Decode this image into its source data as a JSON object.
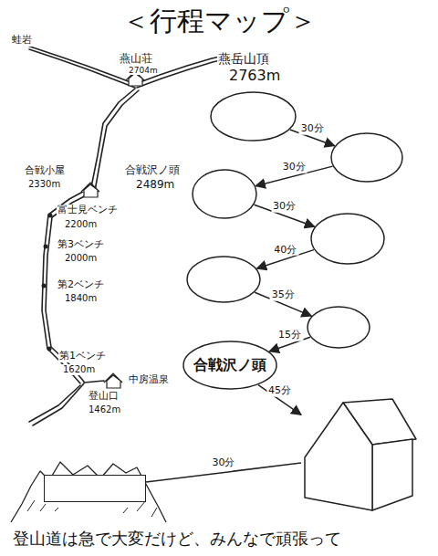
{
  "diagram": {
    "title": "＜行程マップ＞",
    "caption": "登山道は急で大変だけど、みんなで頑張って",
    "nodes": [
      {
        "text": []
      },
      {
        "text": []
      },
      {
        "text": []
      },
      {
        "text": []
      },
      {
        "text": []
      },
      {
        "text": []
      },
      {
        "text": [
          "合戦沢ノ頭"
        ]
      },
      {
        "text": []
      },
      {
        "text": []
      }
    ],
    "edges": [
      {
        "from": 0,
        "to": 1,
        "label": "30分",
        "arrow": "to"
      },
      {
        "from": 1,
        "to": 2,
        "label": "30分",
        "arrow": "to"
      },
      {
        "from": 2,
        "to": 3,
        "label": "30分",
        "arrow": "to"
      },
      {
        "from": 3,
        "to": 4,
        "label": "40分",
        "arrow": "to"
      },
      {
        "from": 4,
        "to": 5,
        "label": "35分",
        "arrow": "to"
      },
      {
        "from": 5,
        "to": 6,
        "label": "15分",
        "arrow": "to"
      },
      {
        "from": 6,
        "to": 7,
        "label": "45分",
        "arrow": "to"
      },
      {
        "from": 8,
        "to": 7,
        "label": "30分",
        "arrow": "none"
      }
    ],
    "labels": [
      "蛙岩",
      "燕山荘",
      "2704m",
      "燕岳山頂",
      "2763m",
      "合戦小屋",
      "2330m",
      "合戦沢ノ頭",
      "2489m",
      "富士見ベンチ",
      "2200m",
      "第3ベンチ",
      "2000m",
      "第2ベンチ",
      "1840m",
      "第1ベンチ",
      "1620m",
      "中房温泉",
      "登山口",
      "1462m"
    ]
  }
}
